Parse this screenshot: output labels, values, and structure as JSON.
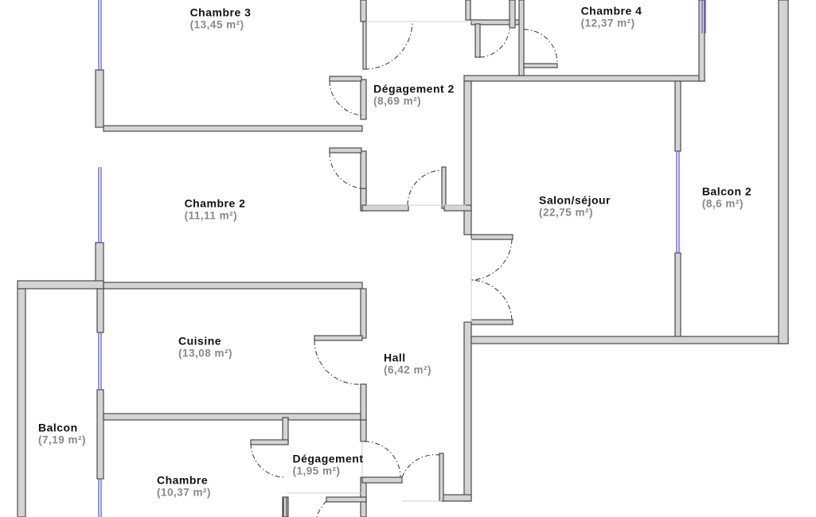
{
  "plan": {
    "rooms": [
      {
        "name": "Chambre 3",
        "area": "(13,45 m²)"
      },
      {
        "name": "Chambre 4",
        "area": "(12,37 m²)"
      },
      {
        "name": "Dégagement 2",
        "area": "(8,69 m²)"
      },
      {
        "name": "Chambre 2",
        "area": "(11,11 m²)"
      },
      {
        "name": "Salon/séjour",
        "area": "(22,75 m²)"
      },
      {
        "name": "Balcon 2",
        "area": "(8,6 m²)"
      },
      {
        "name": "Cuisine",
        "area": "(13,08 m²)"
      },
      {
        "name": "Hall",
        "area": "(6,42 m²)"
      },
      {
        "name": "Balcon",
        "area": "(7,19 m²)"
      },
      {
        "name": "Chambre",
        "area": "(10,37 m²)"
      },
      {
        "name": "Dégagement",
        "area": "(1,95 m²)"
      }
    ],
    "colors": {
      "wall": "#d4d4d4",
      "wall_outline": "#4a4a4a",
      "window": "#5a5ae8",
      "area_text": "#888888"
    }
  }
}
